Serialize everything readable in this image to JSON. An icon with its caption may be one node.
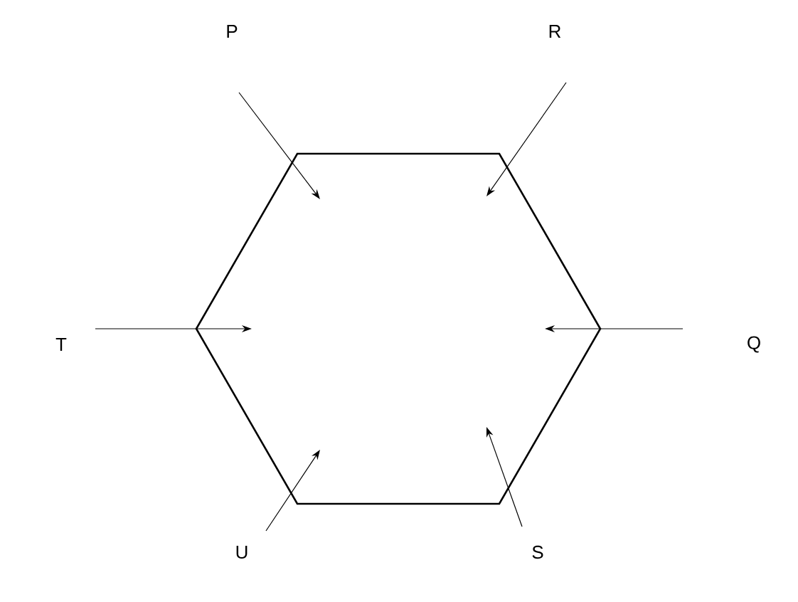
{
  "diagram": {
    "nodes": [
      {
        "text": [],
        "shape": "hexagon"
      }
    ],
    "labels": [
      "P",
      "R",
      "T",
      "Q",
      "U",
      "S"
    ]
  }
}
